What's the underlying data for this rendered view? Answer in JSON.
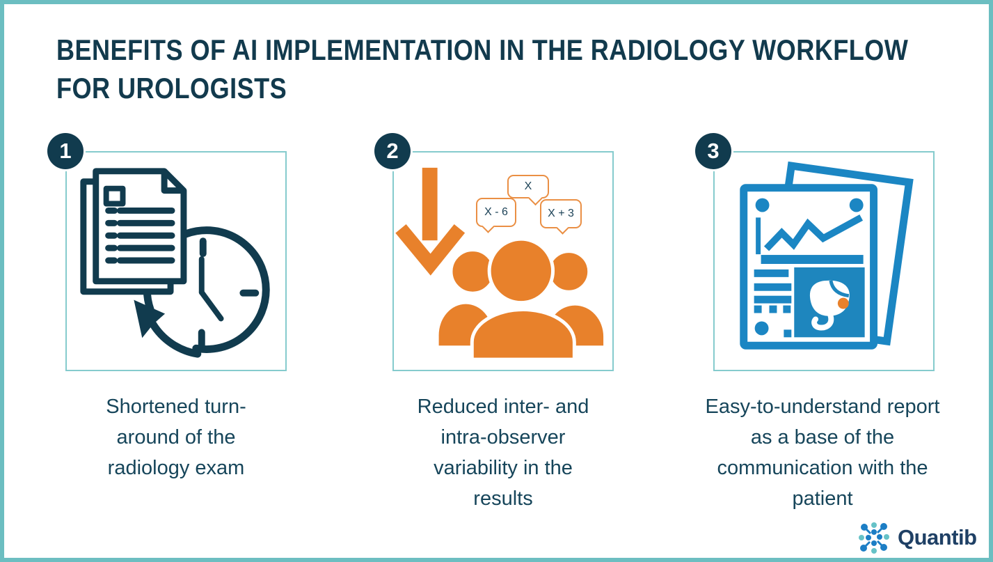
{
  "title": {
    "line1": "BENEFITS OF AI IMPLEMENTATION IN THE RADIOLOGY WORKFLOW",
    "line2": "FOR UROLOGISTS"
  },
  "panels": [
    {
      "number": "1",
      "icon": "documents-with-clock-turnaround",
      "caption": "Shortened turn-around of the radiology exam",
      "caption_lines": [
        "Shortened turn-",
        "around of the",
        "radiology exam"
      ]
    },
    {
      "number": "2",
      "icon": "observer-group-with-variability-bubbles",
      "caption": "Reduced inter- and intra-observer variability in the results",
      "caption_lines": [
        "Reduced inter- and",
        "intra-observer",
        "variability in the",
        "results"
      ],
      "bubbles": {
        "left": "X - 6",
        "center": "X",
        "right": "X + 3"
      }
    },
    {
      "number": "3",
      "icon": "illustrated-prostate-report",
      "caption": "Easy-to-understand report as a base of the communication with the patient",
      "caption_lines": [
        "Easy-to-understand report",
        "as a base of the",
        "communication with the",
        "patient"
      ]
    }
  ],
  "logo": {
    "text": "Quantib"
  },
  "colors": {
    "navy": "#113b4e",
    "title_text": "#123a4d",
    "caption_text": "#16455a",
    "orange": "#e8812b",
    "bubble_border": "#ea8f44",
    "report_blue": "#1b86c3",
    "image_square_blue": "#1e86be",
    "outer_border_teal": "#6cbec1",
    "box_border_teal": "#85cbcd",
    "logo_blue": "#1c7ec5",
    "logo_teal": "#66c2c7",
    "logo_text": "#1f4065"
  }
}
